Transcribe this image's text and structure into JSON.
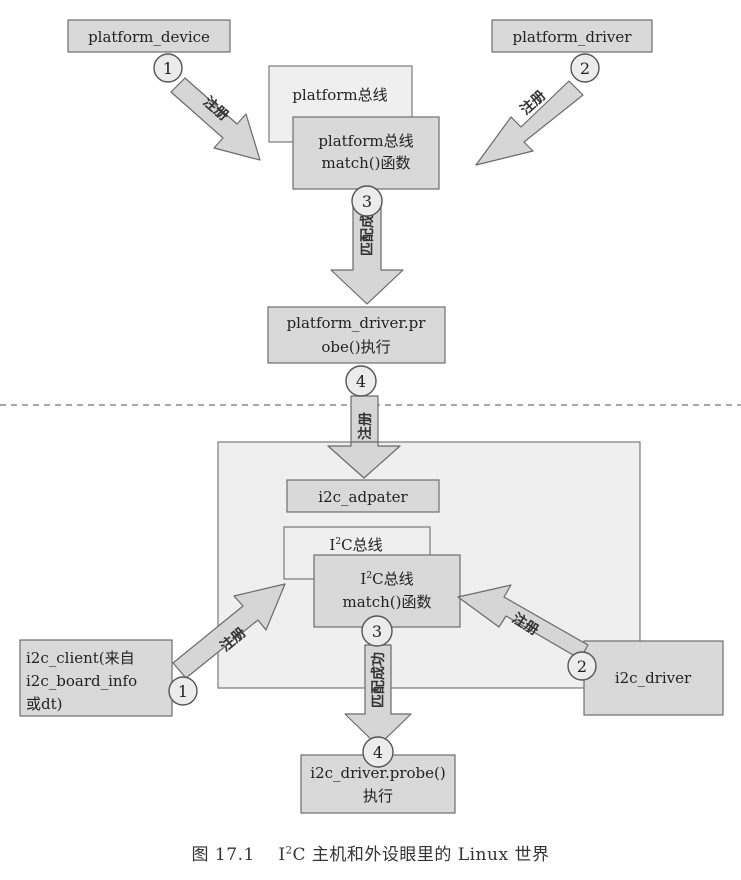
{
  "top": {
    "platform_device": "platform_device",
    "platform_driver": "platform_driver",
    "bus_back": "platform总线",
    "bus_front_line1": "platform总线",
    "bus_front_line2": "match()函数",
    "probe_line1": "platform_driver.pr",
    "probe_line2": "obe()执行",
    "register_label": "注册",
    "match_label": "匹配成功"
  },
  "bottom": {
    "adapter": "i2c_adpater",
    "bus_back_prefix": "I",
    "bus_back_sup": "2",
    "bus_back_suffix": "C总线",
    "bus_front_prefix": "I",
    "bus_front_sup": "2",
    "bus_front_suffix": "C总线",
    "bus_front_line2": "match()函数",
    "client_line1": "i2c_client(来自",
    "client_line2": "i2c_board_info",
    "client_line3": "或dt)",
    "driver": "i2c_driver",
    "probe_line1": "i2c_driver.probe()",
    "probe_line2": "执行",
    "register_label": "注册",
    "match_label": "匹配成功"
  },
  "steps": {
    "n1": "1",
    "n2": "2",
    "n3": "3",
    "n4": "4"
  },
  "caption": {
    "fig": "图 17.1",
    "prefix": "I",
    "sup": "2",
    "rest": "C 主机和外设眼里的 Linux 世界"
  }
}
